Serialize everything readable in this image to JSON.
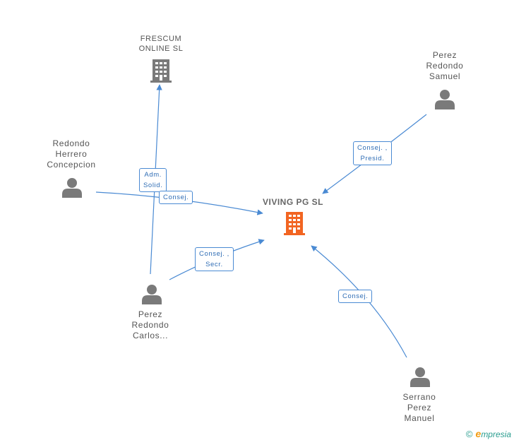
{
  "nodes": {
    "frescum": {
      "label": "FRESCUM\nONLINE SL",
      "kind": "company"
    },
    "viving": {
      "label": "VIVING PG  SL",
      "kind": "company-main"
    },
    "perez_samuel": {
      "label": "Perez\nRedondo\nSamuel",
      "kind": "person"
    },
    "redondo_concepcion": {
      "label": "Redondo\nHerrero\nConcepcion",
      "kind": "person"
    },
    "perez_carlos": {
      "label": "Perez\nRedondo\nCarlos...",
      "kind": "person"
    },
    "serrano_manuel": {
      "label": "Serrano\nPerez\nManuel",
      "kind": "person"
    }
  },
  "edges": {
    "adm_solid": "Adm.\nSolid.",
    "consej_concepcion": "Consej.",
    "consej_presid": "Consej. ,\nPresid.",
    "consej_secr": "Consej. ,\nSecr.",
    "consej_serrano": "Consej."
  },
  "colors": {
    "edge": "#4a8ad3",
    "company_icon": "#7a7a7a",
    "main_company_icon": "#f26522",
    "person_icon": "#7a7a7a"
  },
  "brand": {
    "copyright": "©",
    "initial": "e",
    "name": "mpresia"
  }
}
